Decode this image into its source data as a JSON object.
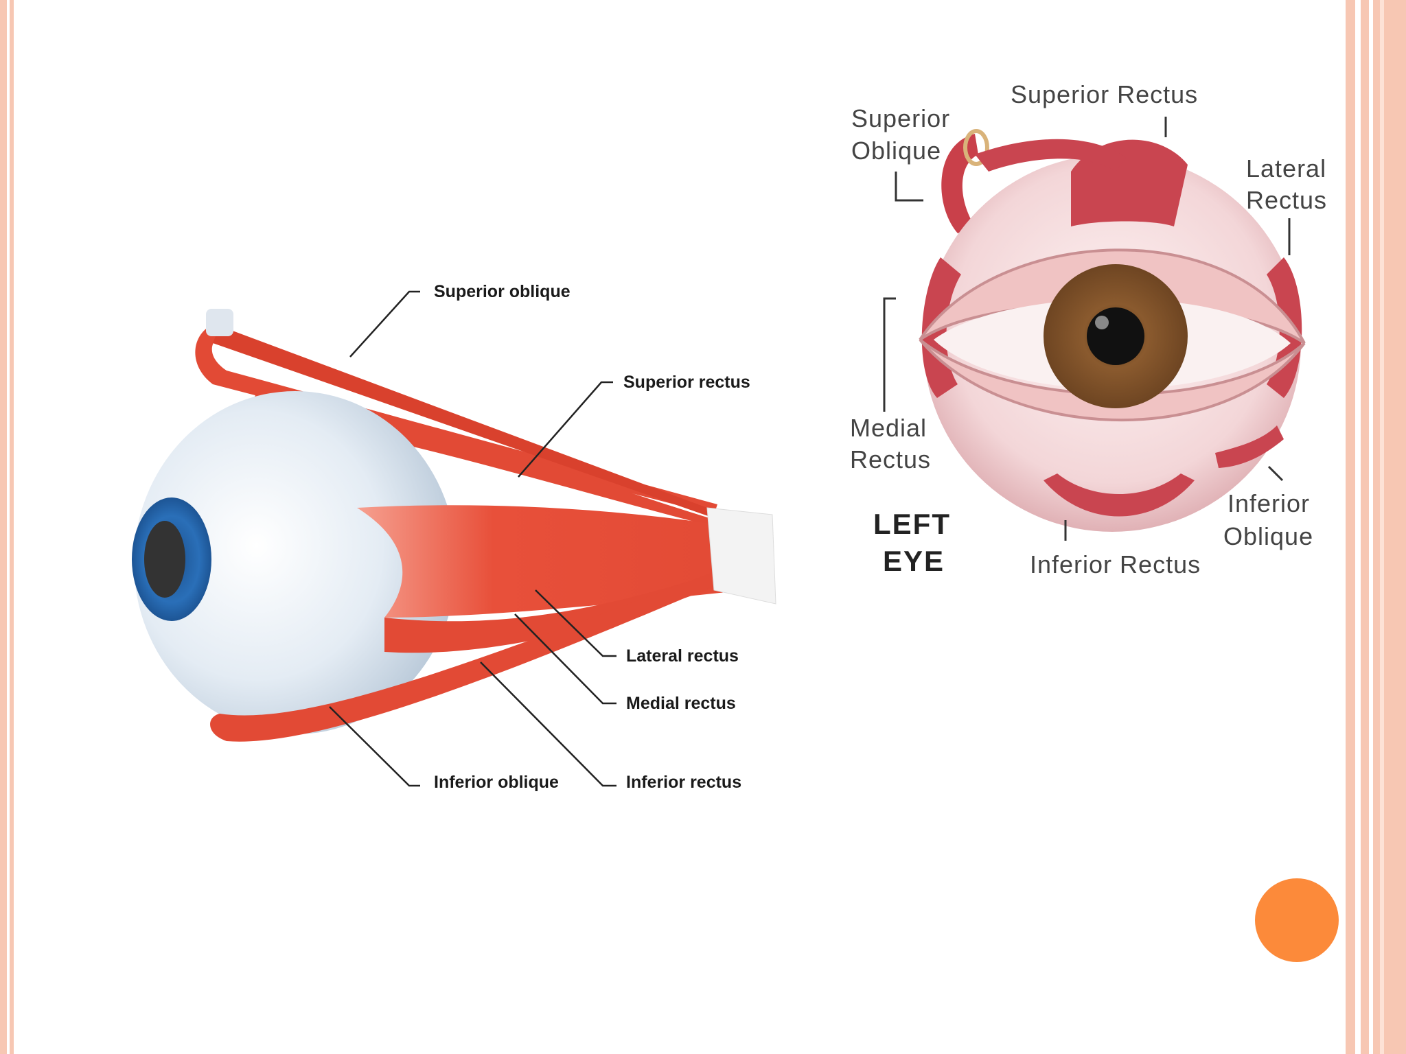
{
  "left_figure": {
    "labels": {
      "superior_oblique": "Superior oblique",
      "superior_rectus": "Superior rectus",
      "lateral_rectus": "Lateral rectus",
      "medial_rectus": "Medial rectus",
      "inferior_oblique": "Inferior oblique",
      "inferior_rectus": "Inferior rectus"
    }
  },
  "right_figure": {
    "labels": {
      "superior_rectus": "Superior Rectus",
      "superior_oblique_line1": "Superior",
      "superior_oblique_line2": "Oblique",
      "lateral_rectus_line1": "Lateral",
      "lateral_rectus_line2": "Rectus",
      "medial_rectus_line1": "Medial",
      "medial_rectus_line2": "Rectus",
      "title_line1": "LEFT",
      "title_line2": "EYE",
      "inferior_rectus": "Inferior Rectus",
      "inferior_oblique_line1": "Inferior",
      "inferior_oblique_line2": "Oblique"
    }
  },
  "colors": {
    "muscle": "#e8503a",
    "accent_dot": "#fc8a3a",
    "iris_left": "#2a6fb8",
    "iris_right": "#8a5a2e",
    "frame": "#f7c7b3"
  }
}
